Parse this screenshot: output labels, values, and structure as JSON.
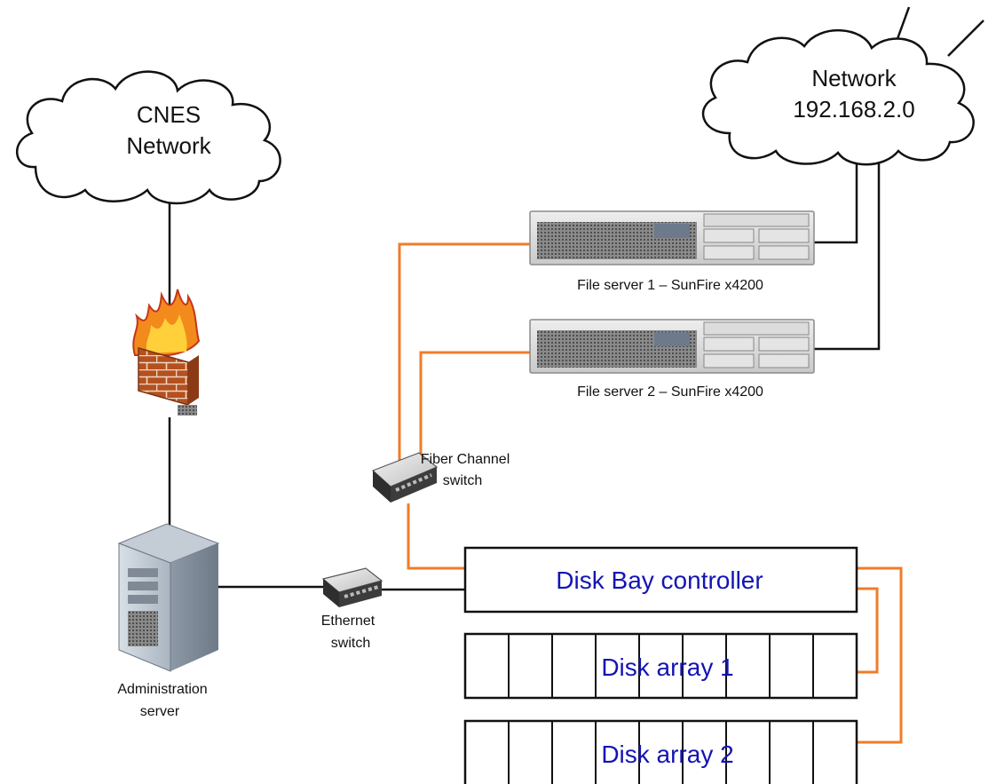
{
  "clouds": {
    "cnes": {
      "line1": "CNES",
      "line2": "Network"
    },
    "lan": {
      "line1": "Network",
      "line2": "192.168.2.0"
    }
  },
  "servers": {
    "file1": "File server 1 – SunFire x4200",
    "file2": "File server 2 – SunFire x4200",
    "admin": {
      "line1": "Administration",
      "line2": "server"
    }
  },
  "switches": {
    "fiber": {
      "line1": "Fiber Channel",
      "line2": "switch"
    },
    "ethernet": {
      "line1": "Ethernet",
      "line2": "switch"
    }
  },
  "storage": {
    "controller": "Disk Bay controller",
    "array1": "Disk array 1",
    "array2": "Disk array 2"
  },
  "colors": {
    "fiber_link": "#f07c28",
    "ethernet_link": "#111111",
    "storage_label": "#1414b4"
  },
  "icons": [
    "cloud-icon",
    "firewall-icon",
    "server-tower-icon",
    "rack-server-icon",
    "network-switch-icon"
  ]
}
